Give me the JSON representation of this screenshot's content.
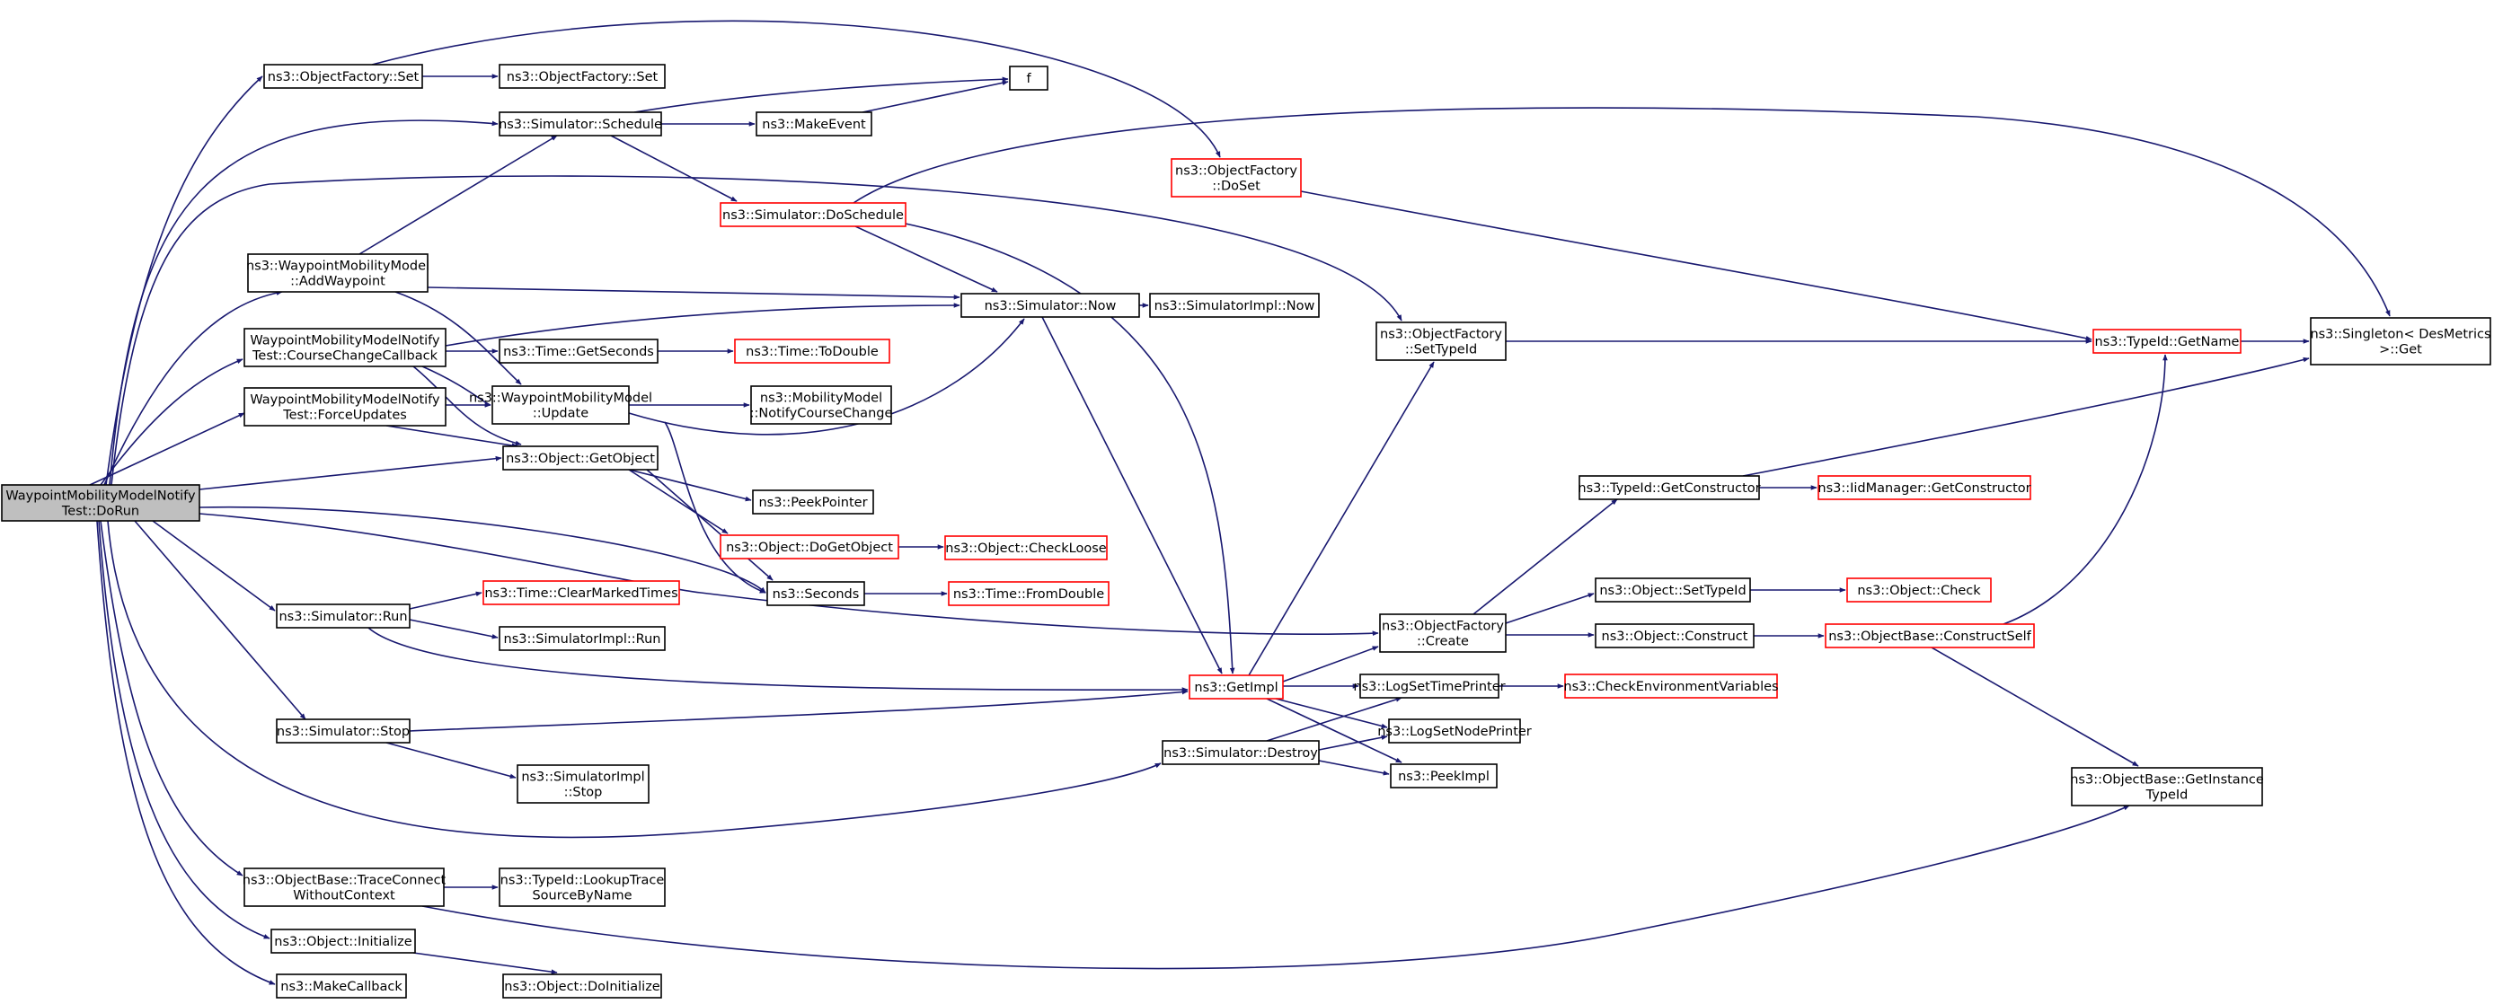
{
  "diagram": {
    "type": "call-graph",
    "colors": {
      "edge": "#191970",
      "node_border": "#000000",
      "node_border_incomplete": "#ff0000",
      "root_fill": "#bfbfbf"
    },
    "nodes": [
      {
        "id": "root",
        "lines": [
          "WaypointMobilityModelNotify",
          "Test::DoRun"
        ],
        "style": "root"
      },
      {
        "id": "ofset",
        "lines": [
          "ns3::ObjectFactory::Set"
        ]
      },
      {
        "id": "ofset2",
        "lines": [
          "ns3::ObjectFactory::Set"
        ]
      },
      {
        "id": "f",
        "lines": [
          "f"
        ]
      },
      {
        "id": "schedule",
        "lines": [
          "ns3::Simulator::Schedule"
        ]
      },
      {
        "id": "makeevent",
        "lines": [
          "ns3::MakeEvent"
        ]
      },
      {
        "id": "doset",
        "lines": [
          "ns3::ObjectFactory",
          "::DoSet"
        ],
        "style": "red"
      },
      {
        "id": "doschedule",
        "lines": [
          "ns3::Simulator::DoSchedule"
        ],
        "style": "red"
      },
      {
        "id": "addwaypoint",
        "lines": [
          "ns3::WaypointMobilityModel",
          "::AddWaypoint"
        ]
      },
      {
        "id": "now",
        "lines": [
          "ns3::Simulator::Now"
        ]
      },
      {
        "id": "implnow",
        "lines": [
          "ns3::SimulatorImpl::Now"
        ]
      },
      {
        "id": "coursecb",
        "lines": [
          "WaypointMobilityModelNotify",
          "Test::CourseChangeCallback"
        ]
      },
      {
        "id": "getseconds",
        "lines": [
          "ns3::Time::GetSeconds"
        ]
      },
      {
        "id": "todouble",
        "lines": [
          "ns3::Time::ToDouble"
        ],
        "style": "red"
      },
      {
        "id": "settypeid",
        "lines": [
          "ns3::ObjectFactory",
          "::SetTypeId"
        ]
      },
      {
        "id": "getname",
        "lines": [
          "ns3::TypeId::GetName"
        ],
        "style": "red"
      },
      {
        "id": "singleton",
        "lines": [
          "ns3::Singleton< DesMetrics",
          ">::Get"
        ]
      },
      {
        "id": "forceupdates",
        "lines": [
          "WaypointMobilityModelNotify",
          "Test::ForceUpdates"
        ]
      },
      {
        "id": "update",
        "lines": [
          "ns3::WaypointMobilityModel",
          "::Update"
        ]
      },
      {
        "id": "notifycc",
        "lines": [
          "ns3::MobilityModel",
          "::NotifyCourseChange"
        ]
      },
      {
        "id": "getobject",
        "lines": [
          "ns3::Object::GetObject"
        ]
      },
      {
        "id": "peekpointer",
        "lines": [
          "ns3::PeekPointer"
        ]
      },
      {
        "id": "getconstructor",
        "lines": [
          "ns3::TypeId::GetConstructor"
        ]
      },
      {
        "id": "iidgetconstructor",
        "lines": [
          "ns3::IidManager::GetConstructor"
        ],
        "style": "red"
      },
      {
        "id": "dogetobject",
        "lines": [
          "ns3::Object::DoGetObject"
        ],
        "style": "red"
      },
      {
        "id": "checkloose",
        "lines": [
          "ns3::Object::CheckLoose"
        ],
        "style": "red"
      },
      {
        "id": "run",
        "lines": [
          "ns3::Simulator::Run"
        ]
      },
      {
        "id": "clearmarked",
        "lines": [
          "ns3::Time::ClearMarkedTimes"
        ],
        "style": "red"
      },
      {
        "id": "seconds",
        "lines": [
          "ns3::Seconds"
        ]
      },
      {
        "id": "fromdouble",
        "lines": [
          "ns3::Time::FromDouble"
        ],
        "style": "red"
      },
      {
        "id": "objsettypeid",
        "lines": [
          "ns3::Object::SetTypeId"
        ]
      },
      {
        "id": "objcheck",
        "lines": [
          "ns3::Object::Check"
        ],
        "style": "red"
      },
      {
        "id": "implrun",
        "lines": [
          "ns3::SimulatorImpl::Run"
        ]
      },
      {
        "id": "create",
        "lines": [
          "ns3::ObjectFactory",
          "::Create"
        ]
      },
      {
        "id": "construct",
        "lines": [
          "ns3::Object::Construct"
        ]
      },
      {
        "id": "constructself",
        "lines": [
          "ns3::ObjectBase::ConstructSelf"
        ],
        "style": "red"
      },
      {
        "id": "getimpl",
        "lines": [
          "ns3::GetImpl"
        ],
        "style": "red"
      },
      {
        "id": "logtime",
        "lines": [
          "ns3::LogSetTimePrinter"
        ]
      },
      {
        "id": "checkenv",
        "lines": [
          "ns3::CheckEnvironmentVariables"
        ],
        "style": "red"
      },
      {
        "id": "stop",
        "lines": [
          "ns3::Simulator::Stop"
        ]
      },
      {
        "id": "lognode",
        "lines": [
          "ns3::LogSetNodePrinter"
        ]
      },
      {
        "id": "destroy",
        "lines": [
          "ns3::Simulator::Destroy"
        ]
      },
      {
        "id": "peekimpl",
        "lines": [
          "ns3::PeekImpl"
        ]
      },
      {
        "id": "implstop",
        "lines": [
          "ns3::SimulatorImpl",
          "::Stop"
        ]
      },
      {
        "id": "instancetypeid",
        "lines": [
          "ns3::ObjectBase::GetInstance",
          "TypeId"
        ]
      },
      {
        "id": "traceconnect",
        "lines": [
          "ns3::ObjectBase::TraceConnect",
          "WithoutContext"
        ]
      },
      {
        "id": "lookuptrace",
        "lines": [
          "ns3::TypeId::LookupTrace",
          "SourceByName"
        ]
      },
      {
        "id": "initialize",
        "lines": [
          "ns3::Object::Initialize"
        ]
      },
      {
        "id": "doinitialize",
        "lines": [
          "ns3::Object::DoInitialize"
        ]
      },
      {
        "id": "makecallback",
        "lines": [
          "ns3::MakeCallback"
        ]
      }
    ]
  }
}
